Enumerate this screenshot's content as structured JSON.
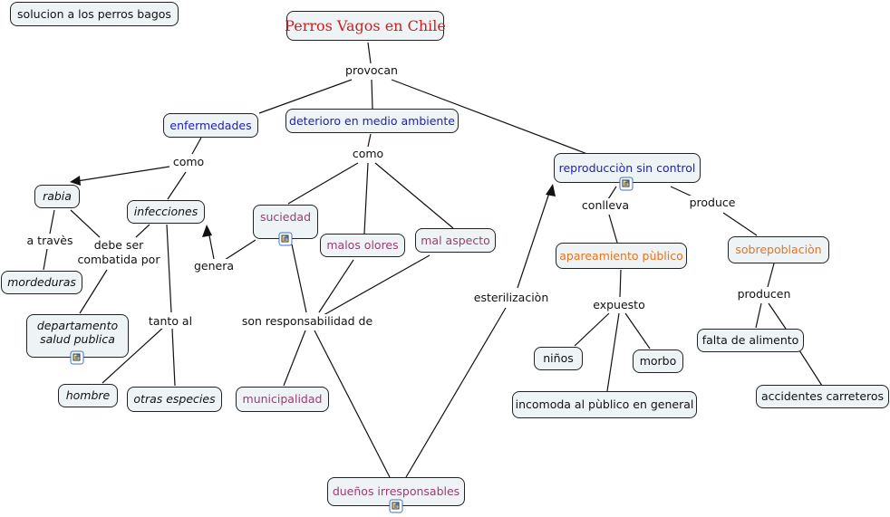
{
  "title": "Perros Vagos en Chile",
  "colors": {
    "title": "#cc1f1f",
    "blue": "#2020b8",
    "purple": "#9b3d70",
    "orange": "#e8731f",
    "node_fill": "#eef3f6",
    "border": "#222222",
    "icon_border": "#3a6fd0"
  },
  "nodes": {
    "solucion": "solucion a los perros bagos",
    "title": "Perros Vagos en Chile",
    "enfermedades": "enfermedades",
    "deterioro": "deterioro en medio ambiente",
    "reproduccion": "reproducciòn sin control",
    "rabia": "rabia",
    "infecciones": "infecciones",
    "suciedad": "suciedad",
    "malos_olores": "malos olores",
    "mal_aspecto": "mal aspecto",
    "mordeduras": "mordeduras",
    "departamento": "departamento salud publica",
    "hombre": "hombre",
    "otras_especies": "otras especies",
    "municipalidad": "municipalidad",
    "duenos": "dueños irresponsables",
    "apareamiento": "apareamiento pùblico",
    "sobrepoblacion": "sobrepoblaciòn",
    "ninos": "niños",
    "morbo": "morbo",
    "incomoda": "incomoda al pùblico en general",
    "falta_alimento": "falta de alimento",
    "accidentes": "accidentes carreteros"
  },
  "linking_phrases": {
    "provocan": "provocan",
    "como_left": "como",
    "como_mid": "como",
    "a_traves": "a travès",
    "debe_ser": "debe ser combatida por",
    "genera": "genera",
    "tanto_al": "tanto al",
    "son_responsabilidad": "son responsabilidad de",
    "esterilizacion": "esterilizaciòn",
    "conlleva": "conlleva",
    "produce": "produce",
    "expuesto": "expuesto",
    "producen": "producen"
  },
  "resource_icons": [
    "departamento",
    "suciedad",
    "duenos",
    "reproduccion"
  ],
  "icons": {
    "resource": "image-document-icon",
    "arrowhead": "arrowhead-icon"
  }
}
